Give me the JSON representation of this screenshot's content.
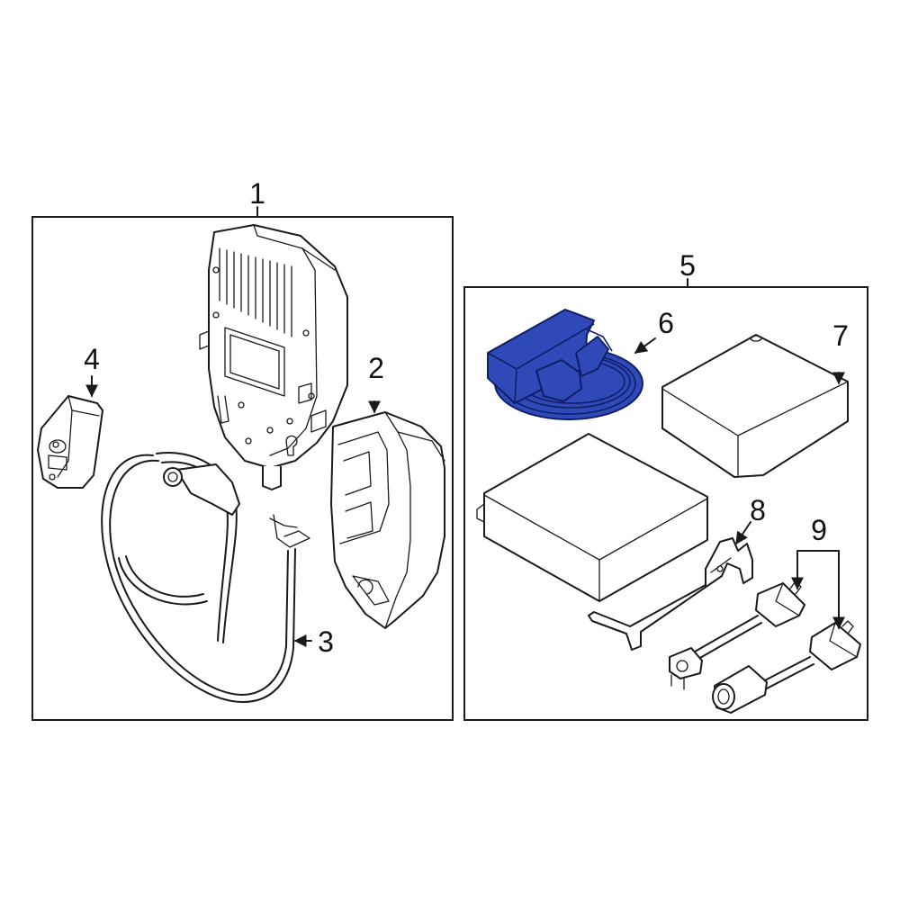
{
  "highlight_color": "#2f49b8",
  "callouts": {
    "c1": "1",
    "c2": "2",
    "c3": "3",
    "c4": "4",
    "c5": "5",
    "c6": "6",
    "c7": "7",
    "c8": "8",
    "c9": "9"
  }
}
